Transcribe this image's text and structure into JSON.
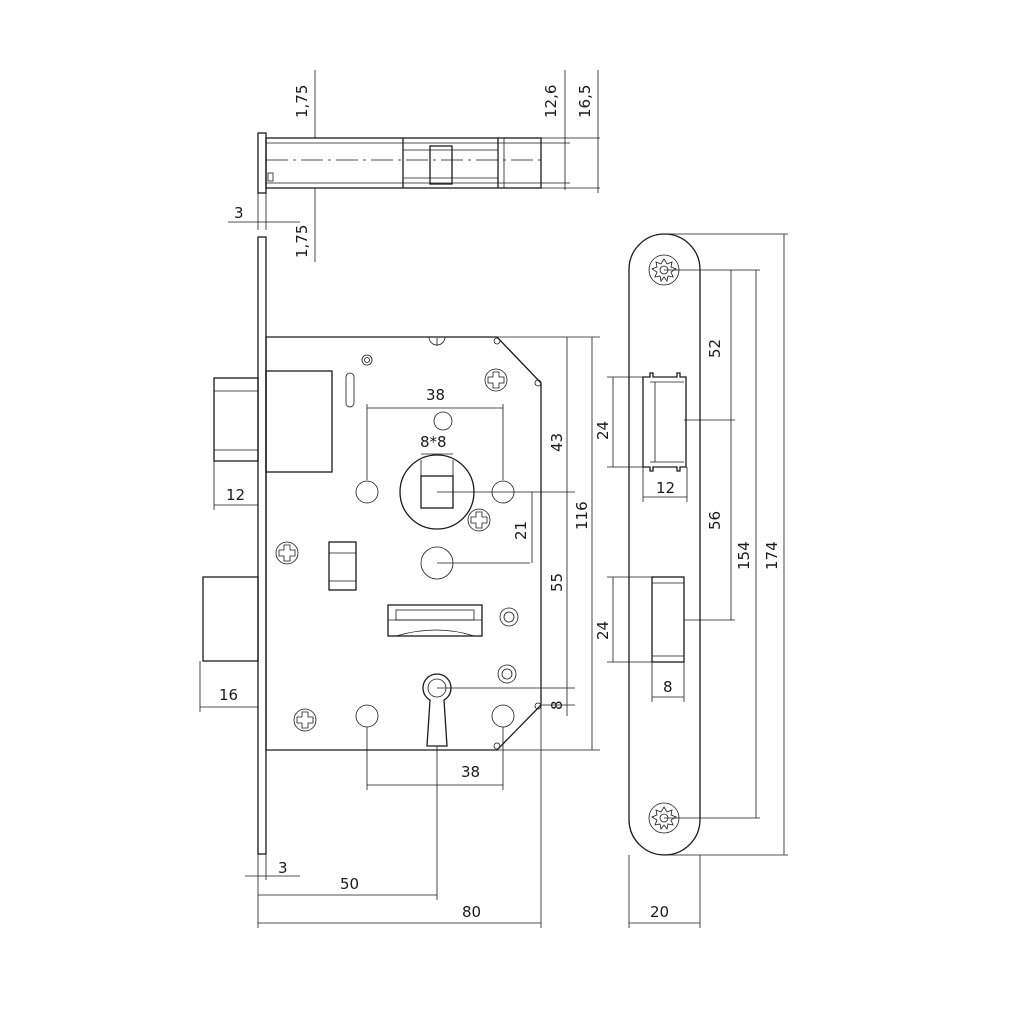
{
  "dimensions": {
    "top_1_75_a": "1,75",
    "top_1_75_b": "1,75",
    "top_3": "3",
    "top_12_6": "12,6",
    "top_16_5": "16,5",
    "latch_12": "12",
    "bolt_16": "16",
    "spindle_38": "38",
    "spindle_8x8": "8*8",
    "dim_43": "43",
    "dim_21": "21",
    "dim_55": "55",
    "dim_116": "116",
    "dim_8_key": "8",
    "key_38": "38",
    "bottom_3": "3",
    "bottom_50": "50",
    "bottom_80": "80",
    "strike_24_a": "24",
    "strike_12": "12",
    "strike_24_b": "24",
    "strike_8": "8",
    "strike_52": "52",
    "strike_56": "56",
    "strike_154": "154",
    "strike_174": "174",
    "strike_20": "20"
  }
}
